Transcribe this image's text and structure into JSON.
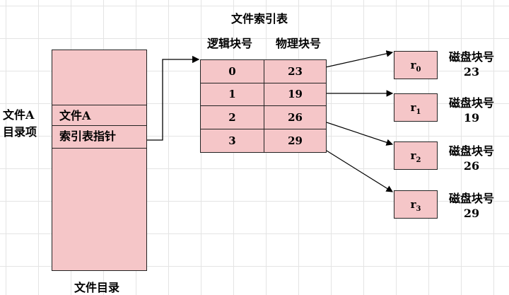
{
  "title": "文件索引表",
  "columns": {
    "logical": "逻辑块号",
    "physical": "物理块号"
  },
  "left_label": {
    "line1": "文件A",
    "line2": "目录项"
  },
  "directory": {
    "caption": "文件目录",
    "entry_name": "文件A",
    "entry_pointer": "索引表指针"
  },
  "rows": [
    {
      "logical": "0",
      "physical": "23"
    },
    {
      "logical": "1",
      "physical": "19"
    },
    {
      "logical": "2",
      "physical": "26"
    },
    {
      "logical": "3",
      "physical": "29"
    }
  ],
  "blocks": [
    {
      "r": "r",
      "sub": "0",
      "label": "磁盘块号",
      "num": "23"
    },
    {
      "r": "r",
      "sub": "1",
      "label": "磁盘块号",
      "num": "19"
    },
    {
      "r": "r",
      "sub": "2",
      "label": "磁盘块号",
      "num": "26"
    },
    {
      "r": "r",
      "sub": "3",
      "label": "磁盘块号",
      "num": "29"
    }
  ]
}
